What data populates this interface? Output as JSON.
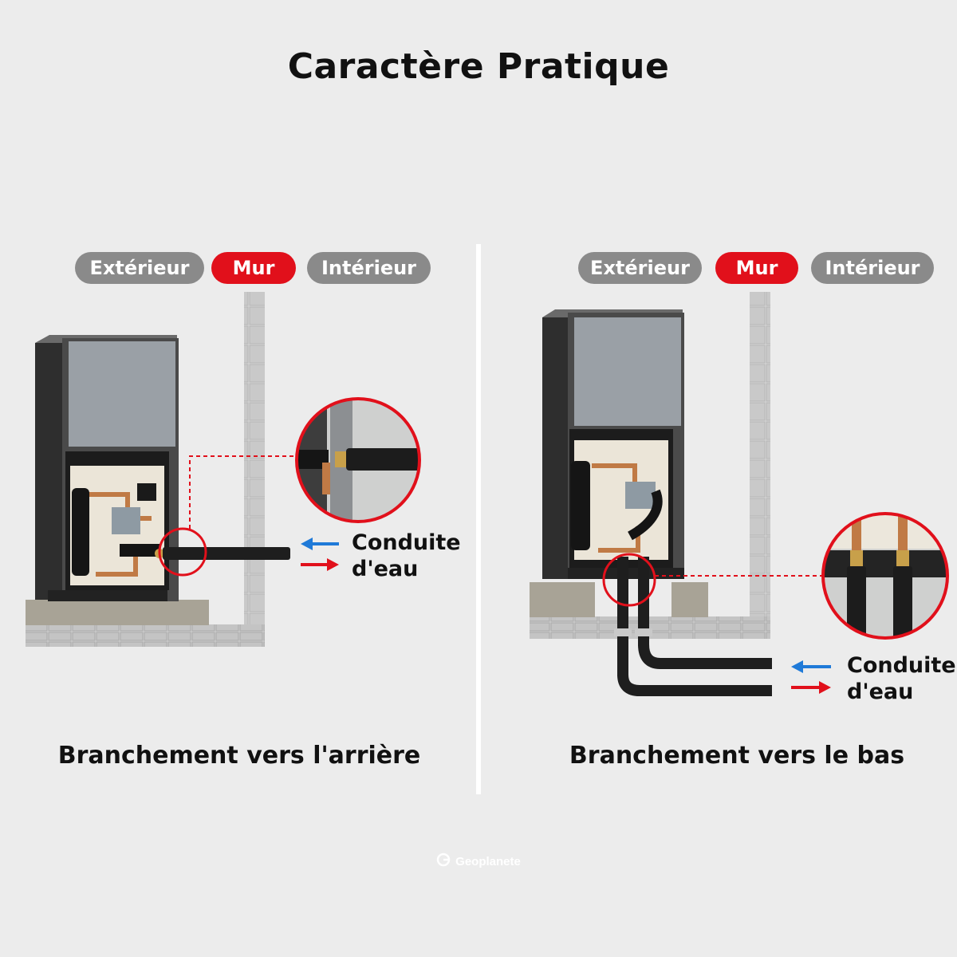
{
  "title": "Caractère Pratique",
  "panels": [
    {
      "labels": {
        "outside": "Extérieur",
        "wall": "Mur",
        "inside": "Intérieur"
      },
      "legend": {
        "line1": "Conduite",
        "line2": "d'eau"
      },
      "caption": "Branchement vers l'arrière"
    },
    {
      "labels": {
        "outside": "Extérieur",
        "wall": "Mur",
        "inside": "Intérieur"
      },
      "legend": {
        "line1": "Conduite",
        "line2": "d'eau"
      },
      "caption": "Branchement vers le bas"
    }
  ],
  "watermark": "Geoplanete",
  "colors": {
    "accent_red": "#e1101b",
    "supply_blue": "#1f7ad8",
    "pill_gray": "#8a8a8a"
  }
}
